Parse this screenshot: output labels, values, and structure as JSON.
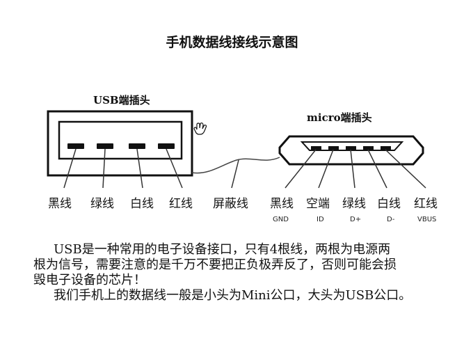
{
  "title": "手机数据线接线示意图",
  "usb_connector": {
    "title": "USB端插头",
    "wires": [
      "黑线",
      "绿线",
      "白线",
      "红线"
    ]
  },
  "shield_wire": {
    "label": "屏蔽线"
  },
  "micro_connector": {
    "title": "micro端插头",
    "wires": [
      {
        "label": "黑线",
        "pin": "GND"
      },
      {
        "label": "空端",
        "pin": "ID"
      },
      {
        "label": "绿线",
        "pin": "D+"
      },
      {
        "label": "白线",
        "pin": "D-"
      },
      {
        "label": "红线",
        "pin": "VBUS"
      }
    ]
  },
  "description": {
    "line1": "USB是一种常用的电子设备接口，只有4根线，两根为电源两",
    "line2": "根为信号，需要注意的是千万不要把正负极弄反了，否则可能会损",
    "line3": "毁电子设备的芯片！",
    "line4": "我们手机上的数据线一般是小头为Mini公口，大头为USB公口。"
  }
}
